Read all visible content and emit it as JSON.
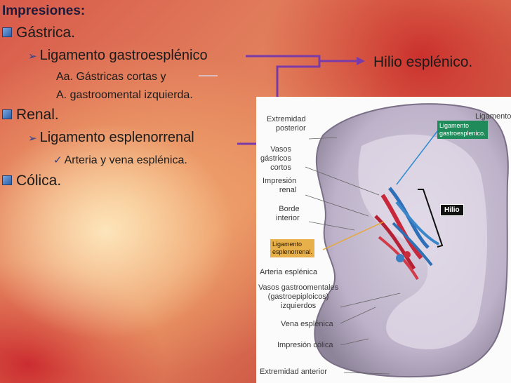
{
  "slide": {
    "title": "Impresiones:",
    "items": [
      {
        "text": "Gástrica."
      },
      {
        "text": "Ligamento gastroesplénico"
      },
      {
        "text": "Aa. Gástricas cortas y"
      },
      {
        "text": "A. gastroomental izquierda."
      },
      {
        "text": "Renal."
      },
      {
        "text": "Ligamento esplenorrenal"
      },
      {
        "text": "Arteria y vena esplénica."
      },
      {
        "text": "Cólica."
      }
    ],
    "hilio_text": "Hilio esplénico."
  },
  "figure": {
    "labels": {
      "extremidad_posterior": "Extremidad\nposterior",
      "vasos_gastricos": "Vasos\ngástricos\ncortos",
      "impresion_renal": "Impresión\nrenal",
      "borde_interior": "Borde\ninterior",
      "arteria_esplenica": "Arteria esplénica",
      "vasos_gastroomentales": "Vasos gastroomentales\n(gastroepiploicos)\nizquierdos",
      "vena_esplenica": "Vena esplénica",
      "impresion_colica": "Impresión cólica",
      "extremidad_anterior": "Extremidad anterior",
      "ligamento_top": "Ligamento"
    },
    "callouts": {
      "gastro": "Ligamento\ngastroesplenico.",
      "espleno": "Ligamento\nesplenorrenal.",
      "hilio": "Hilio"
    }
  },
  "colors": {
    "connector": "#7a3aa8",
    "callout_green": "#1f8a5a",
    "callout_yellow": "#e8b04a"
  }
}
